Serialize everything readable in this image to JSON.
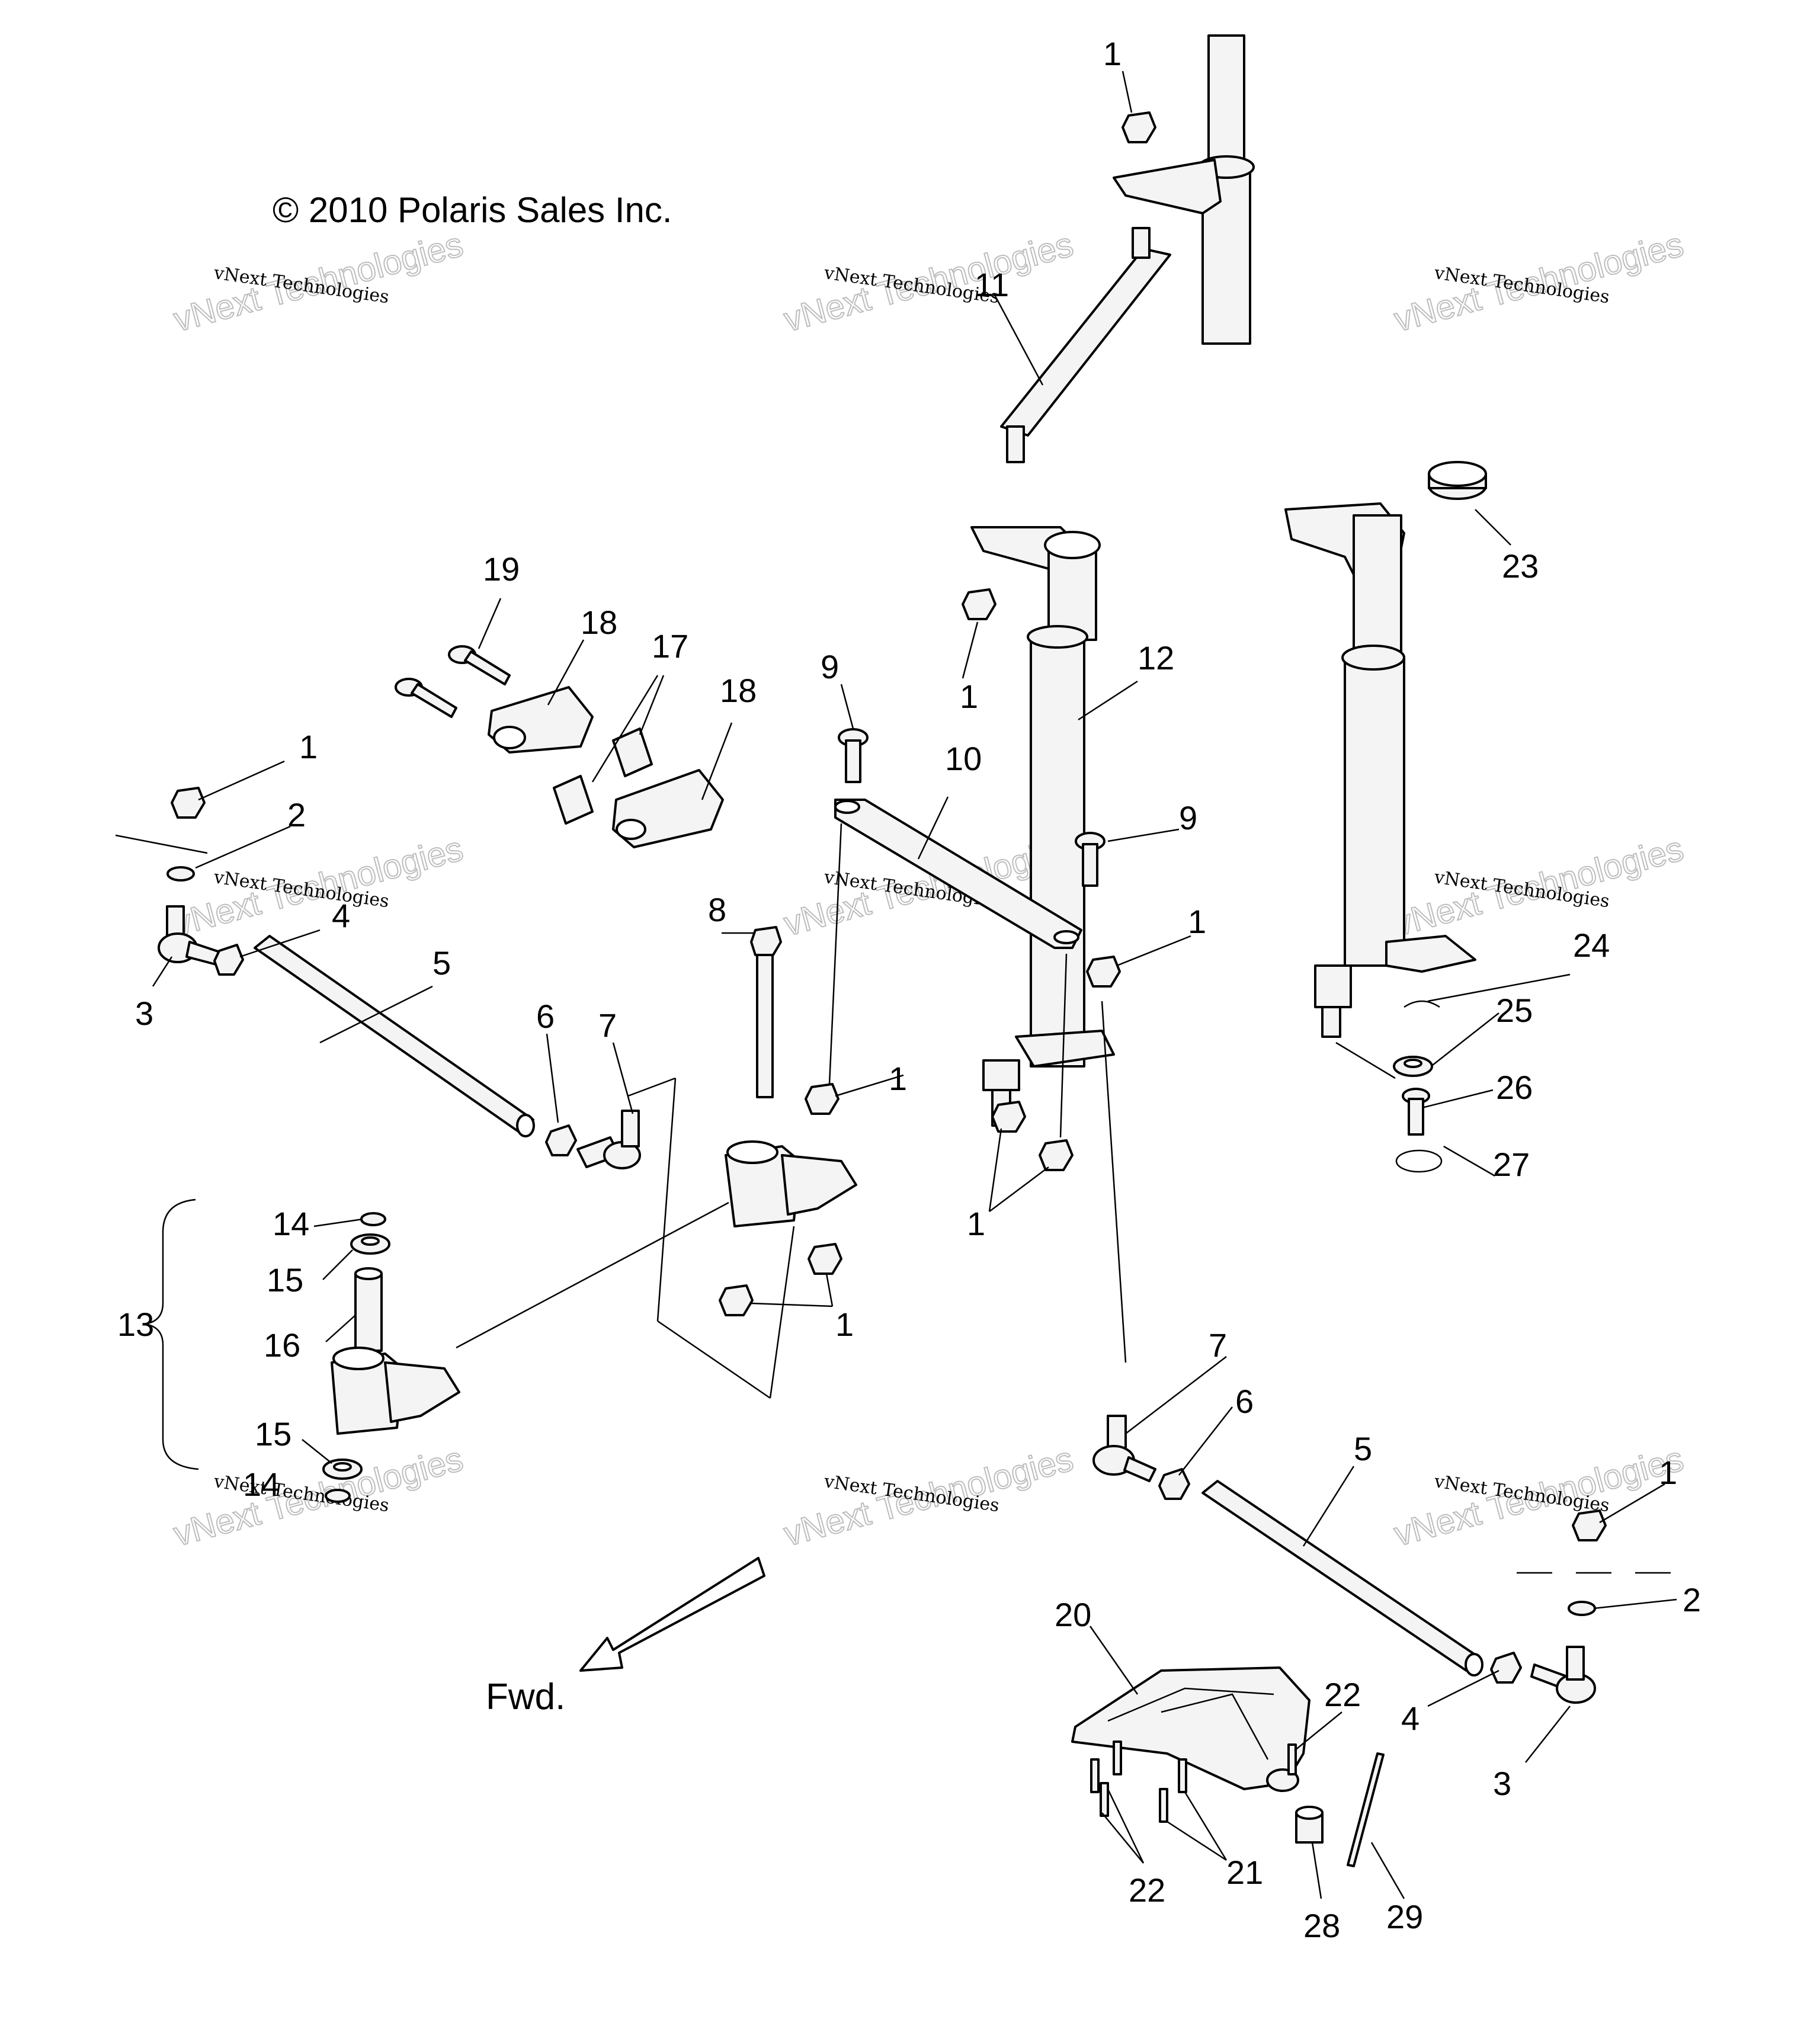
{
  "copyright": "© 2010 Polaris Sales Inc.",
  "direction_label": "Fwd.",
  "watermark": {
    "line1": "vNext Technologies",
    "line2": "vNext Technologies"
  },
  "callouts": [
    {
      "id": "c1a",
      "text": "1"
    },
    {
      "id": "c11",
      "text": "11"
    },
    {
      "id": "c23",
      "text": "23"
    },
    {
      "id": "c19",
      "text": "19"
    },
    {
      "id": "c18a",
      "text": "18"
    },
    {
      "id": "c17",
      "text": "17"
    },
    {
      "id": "c18b",
      "text": "18"
    },
    {
      "id": "c9a",
      "text": "9"
    },
    {
      "id": "c1b",
      "text": "1"
    },
    {
      "id": "c12",
      "text": "12"
    },
    {
      "id": "c10",
      "text": "10"
    },
    {
      "id": "c9b",
      "text": "9"
    },
    {
      "id": "c1c",
      "text": "1"
    },
    {
      "id": "c2a",
      "text": "2"
    },
    {
      "id": "c4a",
      "text": "4"
    },
    {
      "id": "c1d",
      "text": "1"
    },
    {
      "id": "c3a",
      "text": "3"
    },
    {
      "id": "c5a",
      "text": "5"
    },
    {
      "id": "c8",
      "text": "8"
    },
    {
      "id": "c1e",
      "text": "1"
    },
    {
      "id": "c24",
      "text": "24"
    },
    {
      "id": "c25",
      "text": "25"
    },
    {
      "id": "c26",
      "text": "26"
    },
    {
      "id": "c27",
      "text": "27"
    },
    {
      "id": "c6a",
      "text": "6"
    },
    {
      "id": "c7a",
      "text": "7"
    },
    {
      "id": "c1f",
      "text": "1"
    },
    {
      "id": "c1g",
      "text": "1"
    },
    {
      "id": "c14a",
      "text": "14"
    },
    {
      "id": "c15a",
      "text": "15"
    },
    {
      "id": "c13",
      "text": "13"
    },
    {
      "id": "c16",
      "text": "16"
    },
    {
      "id": "c1h",
      "text": "1"
    },
    {
      "id": "c7b",
      "text": "7"
    },
    {
      "id": "c6b",
      "text": "6"
    },
    {
      "id": "c15b",
      "text": "15"
    },
    {
      "id": "c14b",
      "text": "14"
    },
    {
      "id": "c5b",
      "text": "5"
    },
    {
      "id": "c1i",
      "text": "1"
    },
    {
      "id": "c2b",
      "text": "2"
    },
    {
      "id": "c20",
      "text": "20"
    },
    {
      "id": "c22a",
      "text": "22"
    },
    {
      "id": "c4b",
      "text": "4"
    },
    {
      "id": "c3b",
      "text": "3"
    },
    {
      "id": "c22b",
      "text": "22"
    },
    {
      "id": "c21",
      "text": "21"
    },
    {
      "id": "c28",
      "text": "28"
    },
    {
      "id": "c29",
      "text": "29"
    }
  ]
}
